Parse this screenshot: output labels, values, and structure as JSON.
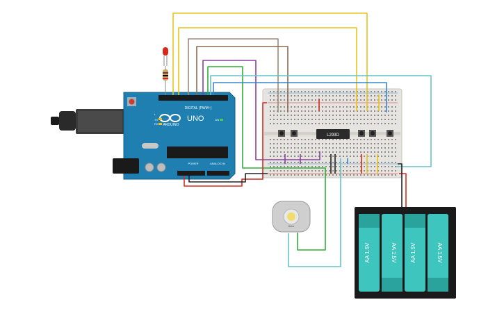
{
  "board": {
    "model": "UNO",
    "brand": "ARDUINO",
    "digital_label": "DIGITAL (PWM~)",
    "power_label": "POWER",
    "analog_label": "ANALOG IN",
    "tx_label": "TX",
    "rx_label": "RX",
    "on_label": "ON",
    "l_label": "L"
  },
  "ic": {
    "label": "L293D"
  },
  "motor": {
    "label": "Motor"
  },
  "battery": {
    "cells": [
      "AA 1.5V",
      "AA 1.5V",
      "AA 1.5V",
      "AA 1.5V"
    ]
  },
  "colors": {
    "yellow": "#e8c41a",
    "gray": "#9a8a7a",
    "brown": "#8b6a4e",
    "purple": "#8a3fa0",
    "green": "#2fae3a",
    "teal": "#66c2c9",
    "blue": "#3a86c8",
    "red": "#d42a1e",
    "black": "#222222",
    "board": "#1f7fb0",
    "breadboard": "#e6e4e0",
    "cell": "#3ec5be"
  }
}
